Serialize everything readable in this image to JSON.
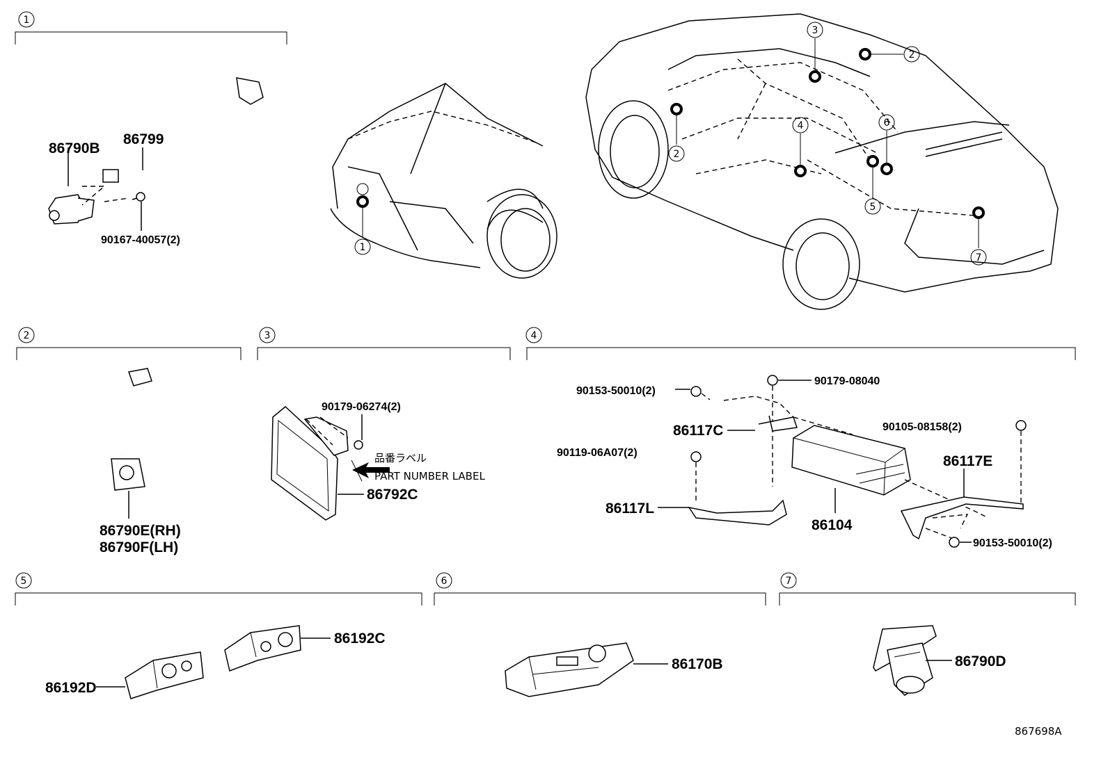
{
  "sections": [
    {
      "number": "1",
      "labels": [
        "86790B",
        "86799",
        "90167-40057(2)"
      ]
    },
    {
      "number": "2",
      "labels": [
        "86790E(RH)",
        "86790F(LH)"
      ]
    },
    {
      "number": "3",
      "labels": [
        "90179-06274(2)",
        "86792C"
      ],
      "note_jp": "品番ラベル",
      "note_en": "PART NUMBER LABEL"
    },
    {
      "number": "4",
      "labels": [
        "90153-50010(2)",
        "90179-08040",
        "86117C",
        "90105-08158(2)",
        "86117E",
        "90119-06A07(2)",
        "86117L",
        "86104",
        "90153-50010(2)"
      ]
    },
    {
      "number": "5",
      "labels": [
        "86192C",
        "86192D"
      ]
    },
    {
      "number": "6",
      "labels": [
        "86170B"
      ]
    },
    {
      "number": "7",
      "labels": [
        "86790D"
      ]
    }
  ],
  "overview_callouts": [
    "1",
    "2",
    "2",
    "3",
    "4",
    "5",
    "6",
    "7"
  ],
  "figure_id": "867698A"
}
